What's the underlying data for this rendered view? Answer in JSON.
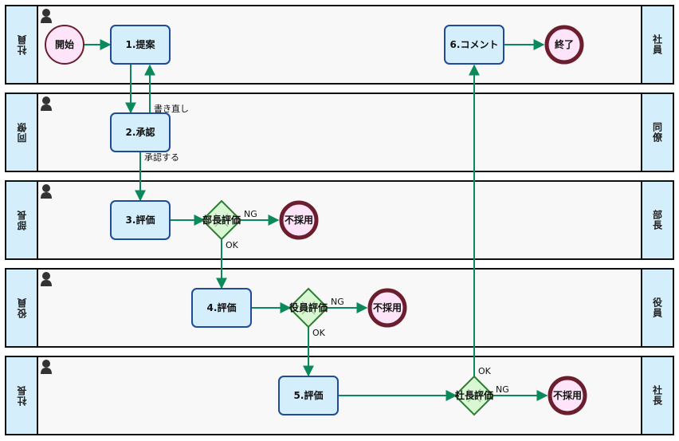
{
  "lanes": [
    {
      "label": "社員"
    },
    {
      "label": "同僚"
    },
    {
      "label": "部長"
    },
    {
      "label": "役員"
    },
    {
      "label": "社長"
    }
  ],
  "nodes": {
    "start": "開始",
    "n1": "1.提案",
    "n2": "2.承認",
    "n3": "3.評価",
    "n4": "4.評価",
    "n5": "5.評価",
    "n6": "6.コメント",
    "end": "終了",
    "d1": "部長評価",
    "d2": "役員評価",
    "d3": "社長評価",
    "rej1": "不採用",
    "rej2": "不採用",
    "rej3": "不採用"
  },
  "edge_labels": {
    "rewrite": "書き直し",
    "approve": "承認する",
    "d1_ng": "NG",
    "d1_ok": "OK",
    "d2_ng": "NG",
    "d2_ok": "OK",
    "d3_ng": "NG",
    "d3_ok": "OK"
  },
  "colors": {
    "task_fill": "#d4eefb",
    "task_stroke": "#1f4b99",
    "event_fill": "#fde4f8",
    "event_stroke": "#6b1e2e",
    "gateway_fill": "#d8f7d2",
    "gateway_stroke": "#2e7d32",
    "edge": "#0a8a5a"
  }
}
